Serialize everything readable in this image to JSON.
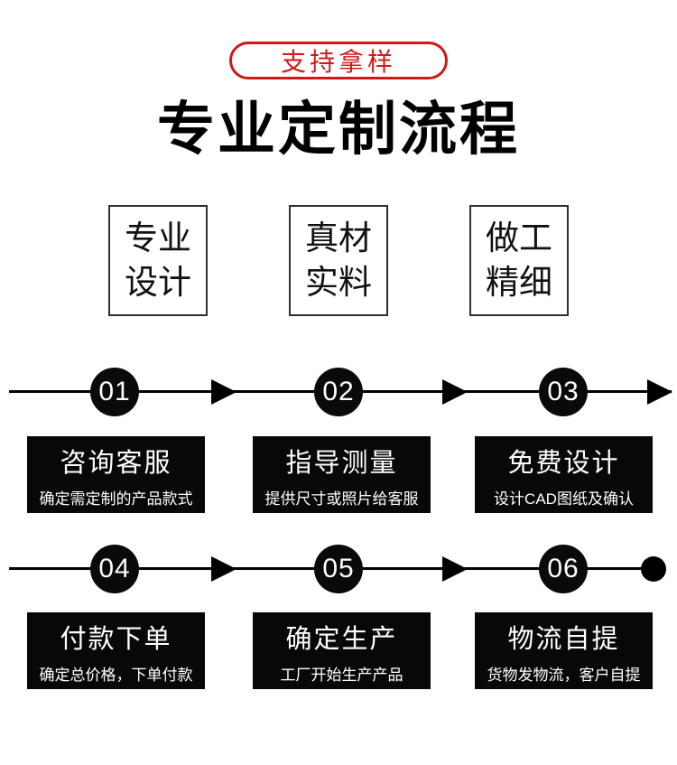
{
  "colors": {
    "accent_red": "#cf1a17",
    "ink": "#000000",
    "card_bg": "#080808",
    "page_bg": "#ffffff"
  },
  "badge": {
    "label": "支持拿样"
  },
  "title": "专业定制流程",
  "features": [
    {
      "line1": "专业",
      "line2": "设计"
    },
    {
      "line1": "真材",
      "line2": "实料"
    },
    {
      "line1": "做工",
      "line2": "精细"
    }
  ],
  "process": {
    "rows": [
      {
        "end_marker": "arrow",
        "steps": [
          {
            "number": "01",
            "title": "咨询客服",
            "desc": "确定需定制的产品款式"
          },
          {
            "number": "02",
            "title": "指导测量",
            "desc": "提供尺寸或照片给客服"
          },
          {
            "number": "03",
            "title": "免费设计",
            "desc": "设计CAD图纸及确认"
          }
        ]
      },
      {
        "end_marker": "dot",
        "steps": [
          {
            "number": "04",
            "title": "付款下单",
            "desc": "确定总价格，下单付款"
          },
          {
            "number": "05",
            "title": "确定生产",
            "desc": "工厂开始生产产品"
          },
          {
            "number": "06",
            "title": "物流自提",
            "desc": "货物发物流，客户自提"
          }
        ]
      }
    ]
  }
}
